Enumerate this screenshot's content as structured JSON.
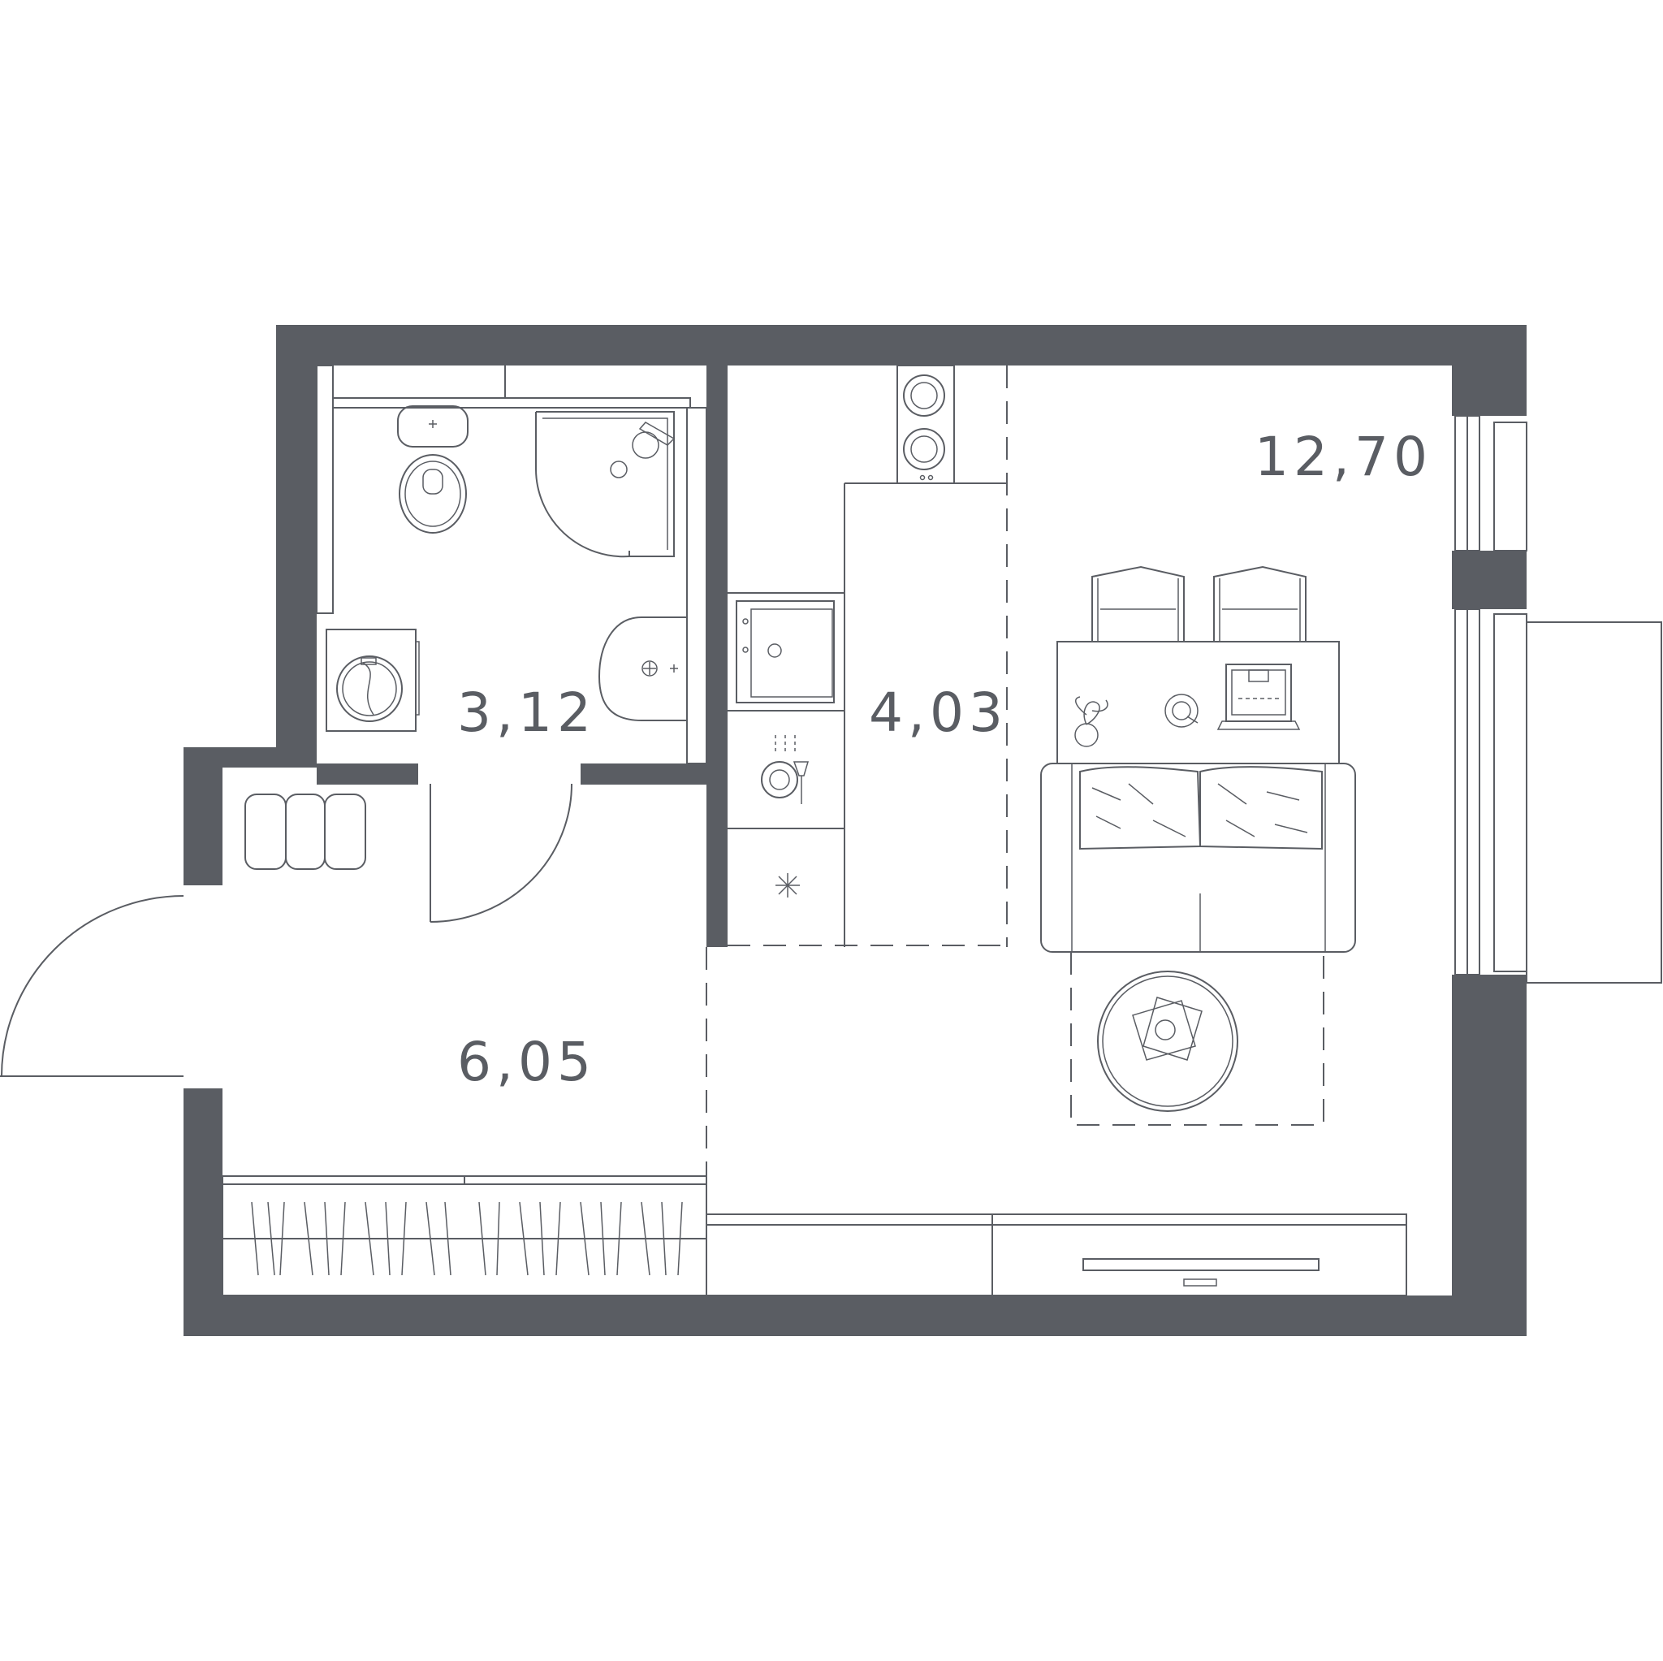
{
  "rooms": [
    {
      "id": "bathroom",
      "area": "3,12"
    },
    {
      "id": "kitchen",
      "area": "4,03"
    },
    {
      "id": "hallway",
      "area": "6,05"
    },
    {
      "id": "living",
      "area": "12,70"
    }
  ],
  "colors": {
    "wall": "#5a5d63",
    "background": "#ffffff"
  },
  "icons": [
    "toilet-icon",
    "shower-icon",
    "washing-machine-icon",
    "washbasin-icon",
    "cooktop-icon",
    "kitchen-sink-icon",
    "dishwasher-icon",
    "fridge-icon",
    "dining-table-icon",
    "chair-icon",
    "laptop-icon",
    "plant-icon",
    "sofa-icon",
    "coffee-table-icon",
    "pouf-icon",
    "wardrobe-icon",
    "tv-stand-icon",
    "entrance-door-icon",
    "bathroom-door-icon",
    "balcony-icon"
  ]
}
